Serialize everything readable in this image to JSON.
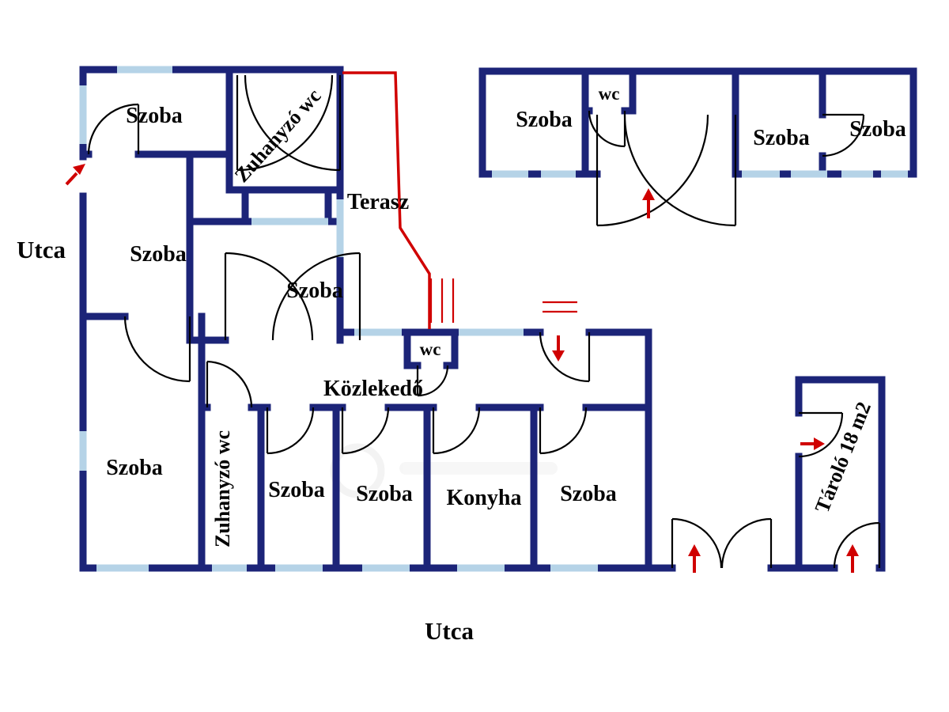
{
  "colors": {
    "wall": "#1c2478",
    "window": "#b5d3e7",
    "door": "#000000",
    "red": "#d00000",
    "text": "#050505",
    "bg": "#ffffff"
  },
  "labels": {
    "street_left": "Utca",
    "street_bottom": "Utca",
    "terrace": "Terasz",
    "corridor": "Közlekedő",
    "kitchen": "Konyha",
    "wc_main": "wc",
    "wc_annex": "wc",
    "shower_wc_top": "Zuhanyzó wc",
    "shower_wc_bottom": "Zuhanyzó wc",
    "storage": "Tároló 18 m2",
    "room_top_left": "Szoba",
    "room_mid_left": "Szoba",
    "room_center": "Szoba",
    "room_bottom_left": "Szoba",
    "room_b1": "Szoba",
    "room_b2": "Szoba",
    "room_b3": "Szoba",
    "annex_room_left": "Szoba",
    "annex_room_mid": "Szoba",
    "annex_room_right": "Szoba"
  }
}
